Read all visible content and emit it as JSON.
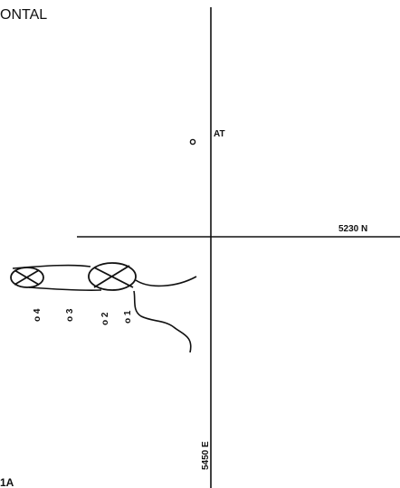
{
  "header_text": "ONTAL",
  "footer_text": "1A",
  "station_label": "AT",
  "northing_label": "5230 N",
  "easting_label": "5450 E",
  "point_labels": [
    "o 4",
    "o 3",
    "o 2",
    "o 1"
  ],
  "colors": {
    "ink": "#111111",
    "background": "#ffffff"
  }
}
